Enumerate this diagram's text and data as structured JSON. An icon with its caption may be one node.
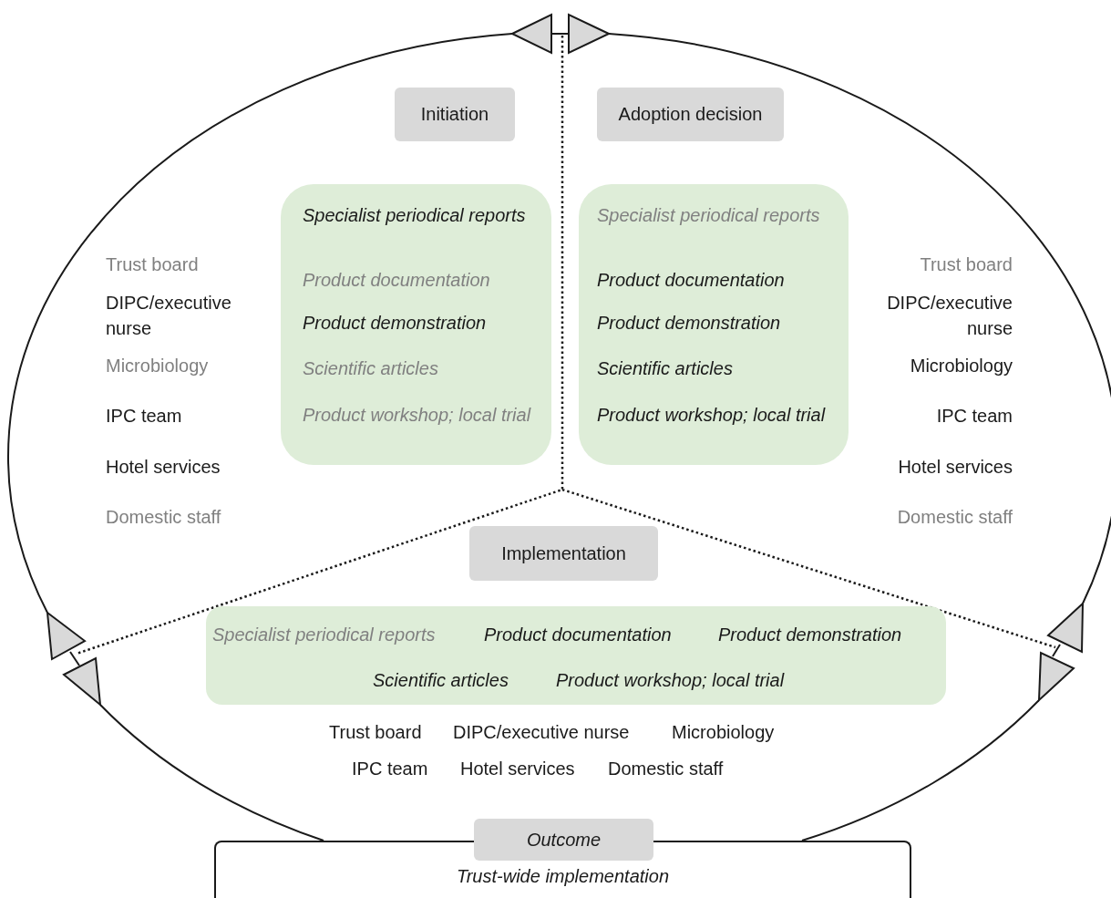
{
  "diagram": {
    "nodes": [
      {
        "text": [
          "Initiation"
        ]
      },
      {
        "text": [
          "Specialist periodical reports",
          "Product documentation",
          "Product demonstration",
          "Scientific articles",
          "Product workshop; local trial"
        ]
      },
      {
        "text": [
          "Adoption decision"
        ]
      },
      {
        "text": [
          "Specialist periodical reports",
          "Product documentation",
          "Product demonstration",
          "Scientific articles",
          "Product workshop; local trial"
        ]
      },
      {
        "text": [
          "Implementation"
        ]
      },
      {
        "text": [
          "Specialist periodical reports",
          "Product documentation",
          "Product demonstration",
          "Scientific articles",
          "Product workshop; local trial"
        ]
      },
      {
        "text": [
          "Outcome",
          "Trust-wide implementation"
        ]
      }
    ],
    "labels": [
      "Trust board",
      "DIPC/executive nurse",
      "Microbiology",
      "IPC team",
      "Hotel services",
      "Domestic staff",
      "Trust board",
      "DIPC/executive nurse",
      "Microbiology",
      "IPC team",
      "Hotel services",
      "Domestic staff",
      "Trust board",
      "DIPC/executive nurse",
      "Microbiology",
      "IPC team",
      "Hotel services",
      "Domestic staff"
    ]
  }
}
